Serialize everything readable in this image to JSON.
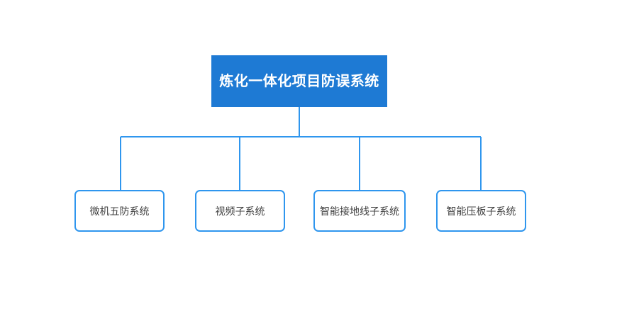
{
  "diagram": {
    "type": "organization-chart",
    "orientation": "top-down",
    "background_color": "#FFFFFF",
    "connector_color": "#2F96EE",
    "root": {
      "label": "炼化一体化项目防误系统",
      "fill_color": "#1E7AD4",
      "text_color": "#FFFFFF"
    },
    "children": [
      {
        "label": "微机五防系统",
        "fill_color": "#FFFFFF",
        "border_color": "#2F96EE",
        "text_color": "#404040"
      },
      {
        "label": "视频子系统",
        "fill_color": "#FFFFFF",
        "border_color": "#2F96EE",
        "text_color": "#404040"
      },
      {
        "label": "智能接地线子系统",
        "fill_color": "#FFFFFF",
        "border_color": "#2F96EE",
        "text_color": "#404040"
      },
      {
        "label": "智能压板子系统",
        "fill_color": "#FFFFFF",
        "border_color": "#2F96EE",
        "text_color": "#404040"
      }
    ]
  }
}
